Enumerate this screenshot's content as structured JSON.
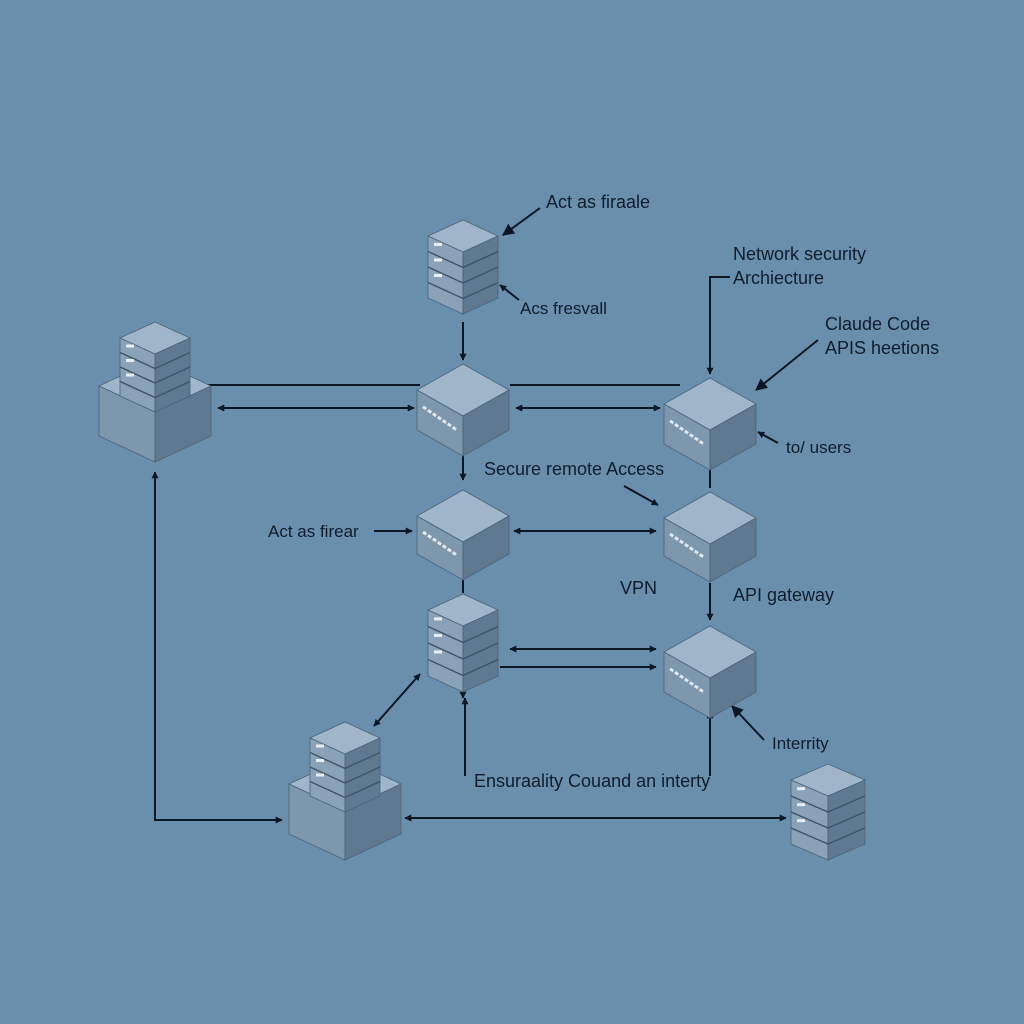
{
  "colors": {
    "background": "#6a8fad",
    "box_top": "#9fb6ca",
    "box_left": "#7d97ad",
    "box_right": "#5f7990",
    "line": "#0c1724"
  },
  "labels": {
    "act_as_firewall_top": "Act as firaale",
    "act_as_fresvall": "Acs fresvall",
    "network_security_architecture": "Network security\nArchiecture",
    "claude_code_apis": "Claude Code\nAPIS heetions",
    "to_users": "to/ users",
    "secure_remote_access": "Secure remote Access",
    "act_as_firear": "Act as firear",
    "vpn": "VPN",
    "api_gateway": "API gateway",
    "interrity": "Interrity",
    "ensurcality": "Ensuraality Couand an interty"
  }
}
